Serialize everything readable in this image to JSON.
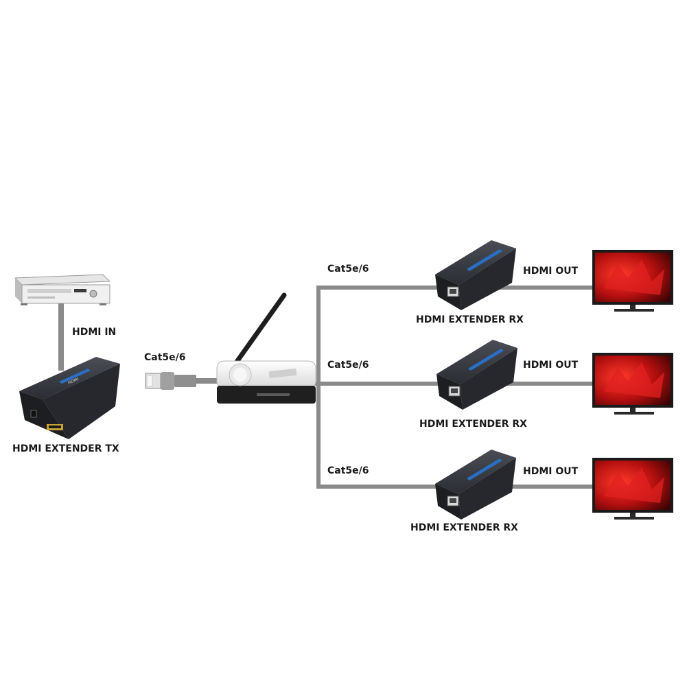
{
  "labels": {
    "hdmi_in": "HDMI IN",
    "tx_name": "HDMI EXTENDER TX",
    "cat_main": "Cat5e/6",
    "rx_cable_1": "Cat5e/6",
    "rx_cable_2": "Cat5e/6",
    "rx_cable_3": "Cat5e/6",
    "rx_name_1": "HDMI EXTENDER RX",
    "rx_name_2": "HDMI EXTENDER RX",
    "rx_name_3": "HDMI EXTENDER RX",
    "hdmi_out_1": "HDMI OUT",
    "hdmi_out_2": "HDMI OUT",
    "hdmi_out_3": "HDMI OUT"
  },
  "colors": {
    "cable": "#8a8a8a",
    "device_body": "#2b2d33",
    "device_accent": "#2a6fc4",
    "router_body": "#f4f4f4",
    "screen_red": "#c41414",
    "text": "#1a1a1a"
  },
  "icons": {
    "source": "dvd-player-icon",
    "transmitter": "hdmi-extender-tx-icon",
    "switch": "wireless-router-icon",
    "receiver": "hdmi-extender-rx-icon",
    "display": "tv-monitor-icon"
  }
}
